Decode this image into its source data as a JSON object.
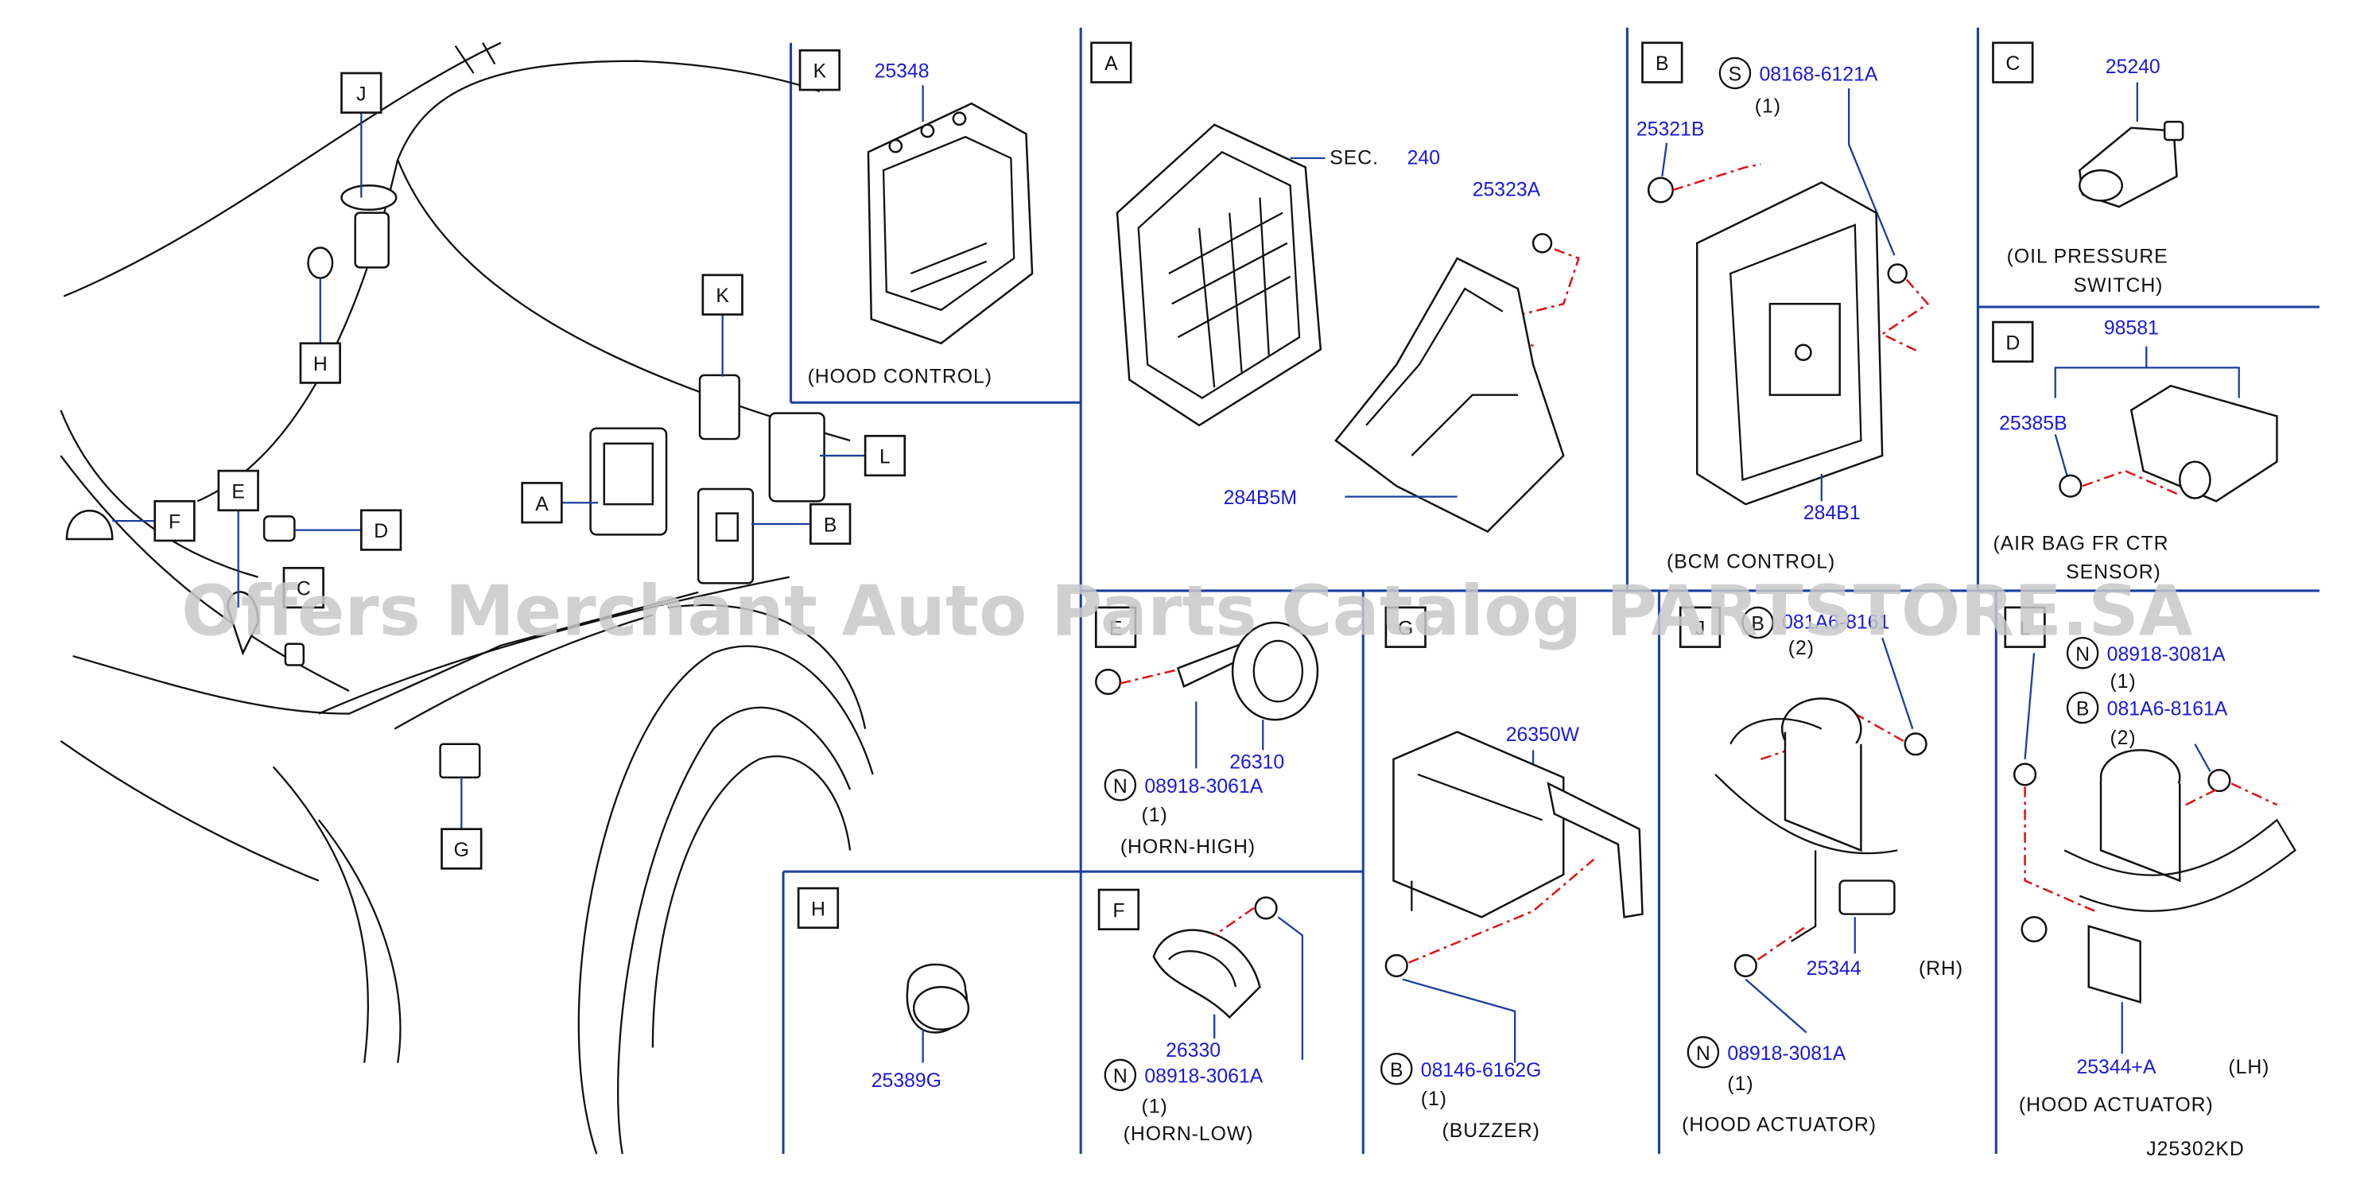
{
  "colors": {
    "part_number": "#1a1ad6",
    "ink": "#111111",
    "leader": "#1a3fa0",
    "dash": "#e01010",
    "watermark": "#c8c8c8"
  },
  "watermark": "Offers Merchant Auto Parts Catalog PARTSTORE.SA",
  "diagram_code": "J25302KD",
  "overview": {
    "callouts": [
      "J",
      "H",
      "K",
      "E",
      "F",
      "D",
      "C",
      "A",
      "L",
      "B",
      "G"
    ]
  },
  "panels": {
    "k": {
      "letter": "K",
      "part": "25348",
      "caption": "(HOOD CONTROL)"
    },
    "a": {
      "letter": "A",
      "sec_label": "SEC.",
      "sec_num": "240",
      "bolt": "25323A",
      "bracket": "284B5M"
    },
    "b": {
      "letter": "B",
      "fastener_code": "S",
      "fastener": "08168-6121A",
      "qty": "(1)",
      "nut": "25321B",
      "module": "284B1",
      "caption": "(BCM CONTROL)"
    },
    "c": {
      "letter": "C",
      "part": "25240",
      "caption1": "(OIL PRESSURE",
      "caption2": "SWITCH)"
    },
    "d": {
      "letter": "D",
      "part": "98581",
      "nut": "25385B",
      "caption1": "(AIR BAG FR CTR",
      "caption2": "SENSOR)"
    },
    "e": {
      "letter": "E",
      "horn": "26310",
      "fastener_code": "N",
      "fastener": "08918-3061A",
      "qty": "(1)",
      "caption": "(HORN-HIGH)"
    },
    "g": {
      "letter": "G",
      "part": "26350W",
      "fastener_code": "B",
      "fastener": "08146-6162G",
      "qty": "(1)",
      "caption": "(BUZZER)"
    },
    "j": {
      "letter": "J",
      "bolt_code": "B",
      "bolt": "081A6-8161",
      "bolt_qty": "(2)",
      "part": "25344",
      "side": "(RH)",
      "nut_code": "N",
      "nut": "08918-3081A",
      "nut_qty": "(1)",
      "caption": "(HOOD ACTUATOR)"
    },
    "l": {
      "letter": "L",
      "nut_code": "N",
      "nut": "08918-3081A",
      "nut_qty": "(1)",
      "bolt_code": "B",
      "bolt": "081A6-8161A",
      "bolt_qty": "(2)",
      "part": "25344+A",
      "side": "(LH)",
      "caption": "(HOOD ACTUATOR)"
    },
    "h": {
      "letter": "H",
      "part": "25389G"
    },
    "f": {
      "letter": "F",
      "horn": "26330",
      "fastener_code": "N",
      "fastener": "08918-3061A",
      "qty": "(1)",
      "caption": "(HORN-LOW)"
    }
  }
}
